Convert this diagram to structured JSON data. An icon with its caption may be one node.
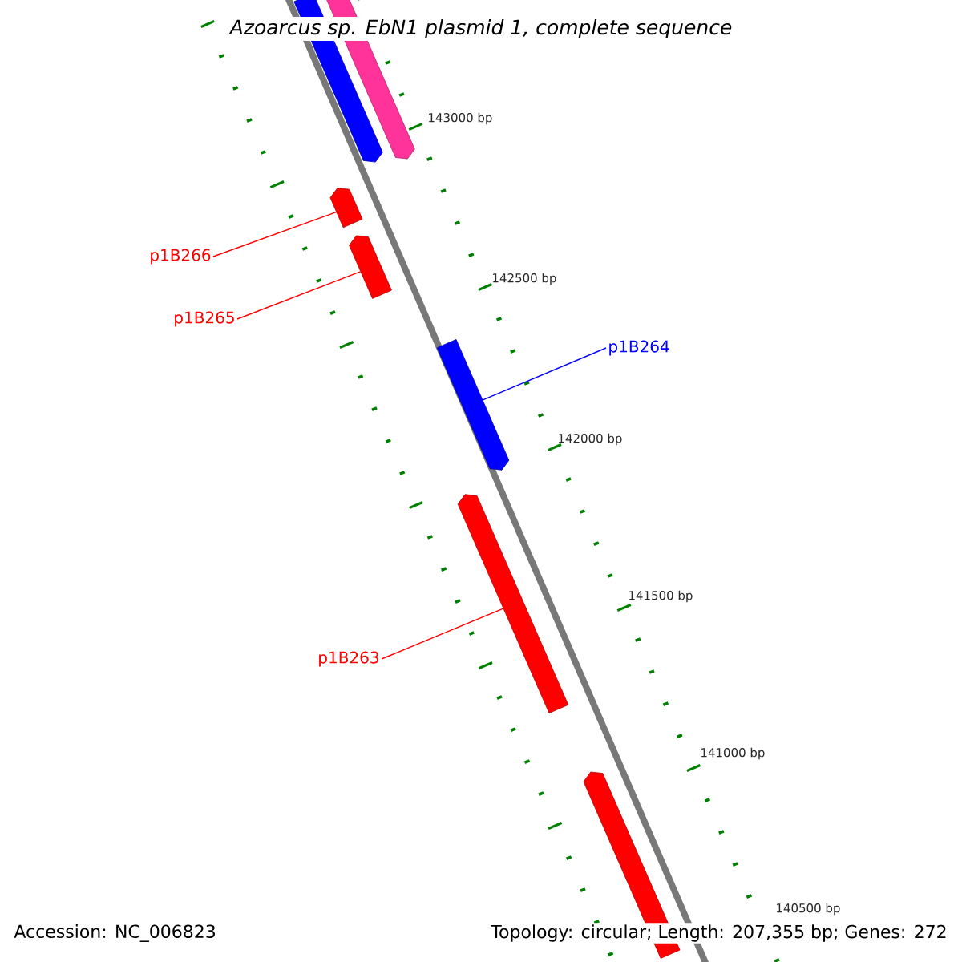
{
  "diagram": {
    "title": "Azoarcus sp. EbN1 plasmid 1, complete sequence",
    "nodes": [
      {
        "text": [],
        "shape": "bar"
      },
      {
        "text": [],
        "shape": "bar"
      },
      {
        "text": [],
        "shape": "bar"
      },
      {
        "text": [
          "p1B266"
        ]
      },
      {
        "text": [],
        "shape": "bar"
      },
      {
        "text": [
          "p1B265"
        ]
      },
      {
        "text": [
          "p1B264"
        ]
      },
      {
        "text": [],
        "shape": "bar"
      },
      {
        "text": [
          "p1B263"
        ]
      },
      {
        "text": [],
        "shape": "bar"
      },
      {
        "text": [],
        "shape": "bar"
      }
    ],
    "edges": [
      {
        "from": 3,
        "to": 2,
        "arrow": "none"
      },
      {
        "from": 5,
        "to": 4,
        "arrow": "none"
      },
      {
        "from": 6,
        "to": 7,
        "arrow": "none",
        "color": "#0000ff"
      },
      {
        "from": 8,
        "to": 9,
        "arrow": "none"
      }
    ],
    "labels": [
      "143000 bp",
      "142500 bp",
      "142000 bp",
      "141500 bp",
      "141000 bp",
      "140500 bp",
      "Accession: NC_006823",
      "Topology: circular; Length: 207,355 bp; Genes: 272"
    ]
  }
}
